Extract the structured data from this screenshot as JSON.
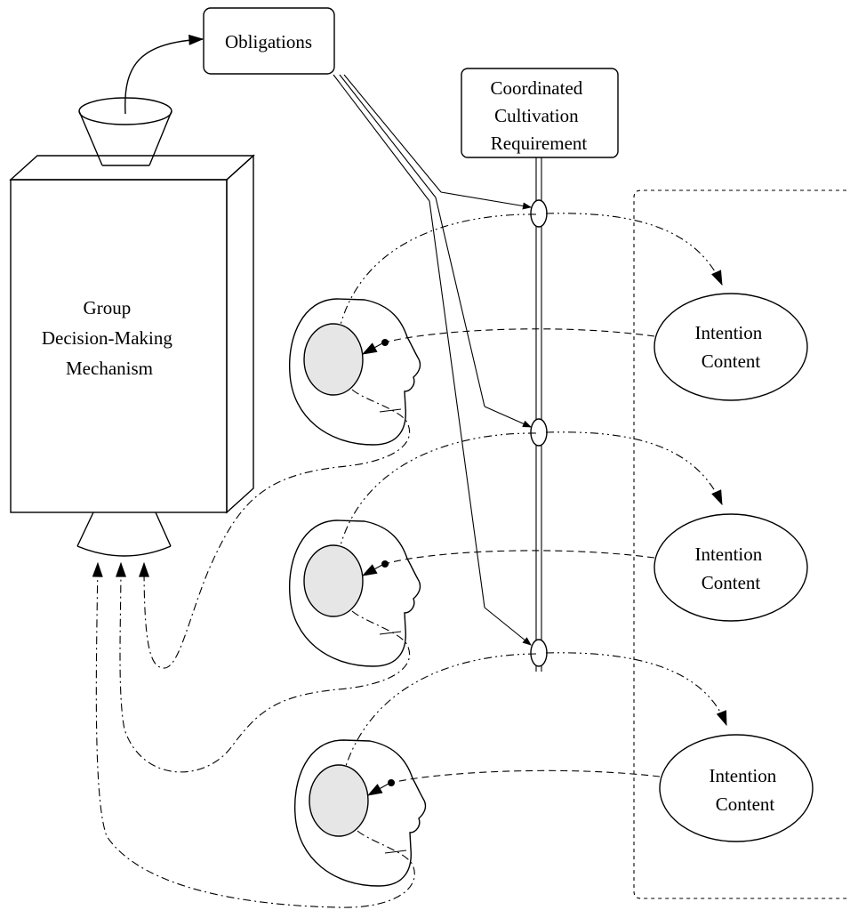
{
  "obligations_label": "Obligations",
  "ccr_label_lines": [
    "Coordinated",
    "Cultivation",
    "Requirement"
  ],
  "mechanism_label_lines": [
    "Group",
    "Decision-Making",
    "Mechanism"
  ],
  "intention_labels": [
    [
      "Intention",
      "Content"
    ],
    [
      "Intention",
      "Content"
    ],
    [
      "Intention",
      "Content"
    ]
  ],
  "colors": {
    "stroke": "#000000",
    "head_eye_fill": "#e6e6e6",
    "background": "#ffffff"
  }
}
